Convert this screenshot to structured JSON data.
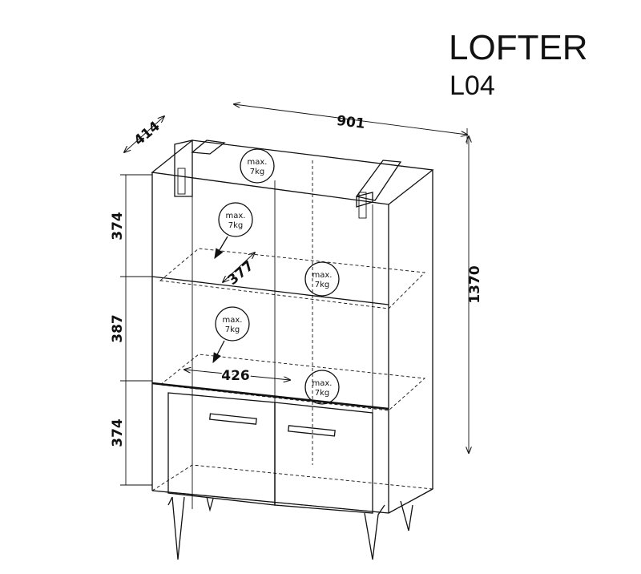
{
  "title": "LOFTER",
  "model": "L04",
  "dimensions": {
    "width": "901",
    "depth": "414",
    "height": "1370",
    "section_top": "374",
    "section_middle": "387",
    "section_bottom": "374",
    "shelf_depth": "377",
    "shelf_width": "426"
  },
  "load_labels": [
    {
      "line1": "max.",
      "line2": "7kg"
    },
    {
      "line1": "max.",
      "line2": "7kg"
    },
    {
      "line1": "max.",
      "line2": "7kg"
    },
    {
      "line1": "max.",
      "line2": "7kg"
    },
    {
      "line1": "max.",
      "line2": "7kg"
    }
  ]
}
